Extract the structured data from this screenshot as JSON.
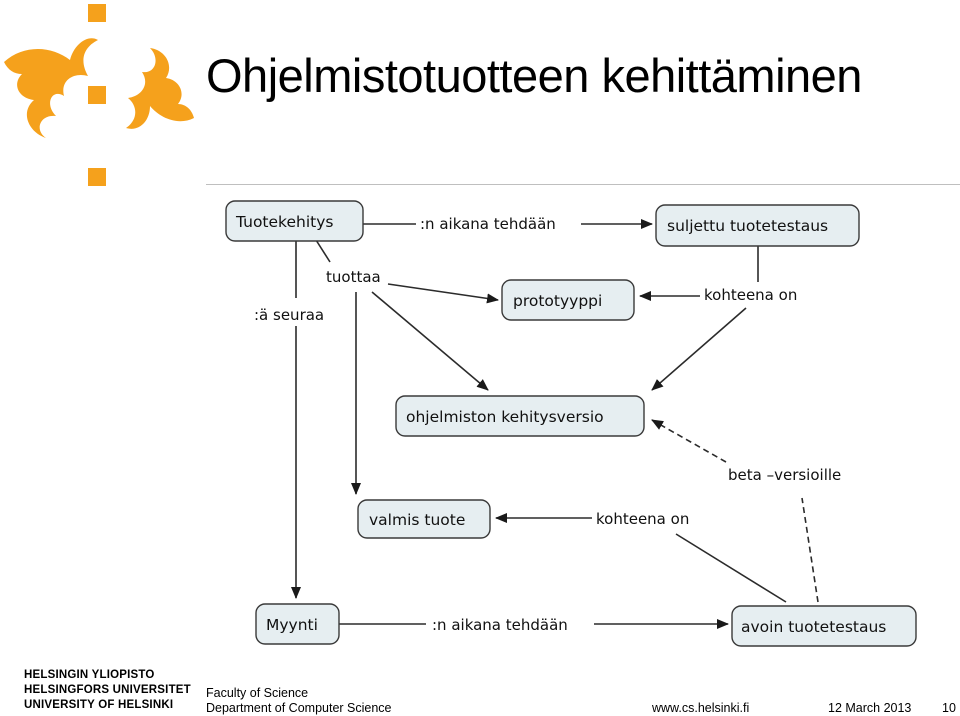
{
  "slide": {
    "title": "Ohjelmistotuotteen kehittäminen",
    "university_lines": [
      "HELSINGIN YLIOPISTO",
      "HELSINGFORS UNIVERSITET",
      "UNIVERSITY OF HELSINKI"
    ],
    "faculty": "Faculty of Science",
    "department": "Department of Computer Science",
    "url": "www.cs.helsinki.fi",
    "date": "12 March 2013",
    "page_number": "10"
  },
  "colors": {
    "logo": "#f5a11c",
    "node_fill": "#e6eef1"
  },
  "diagram": {
    "nodes": {
      "tuotekehitys": "Tuotekehitys",
      "suljettu": "suljettu tuotetestaus",
      "prototyyppi": "prototyyppi",
      "kehitysversio": "ohjelmiston kehitysversio",
      "valmis": "valmis tuote",
      "myynti": "Myynti",
      "avoin": "avoin tuotetestaus"
    },
    "edges": {
      "tk_to_suljettu": ":n aikana tehdään",
      "tuottaa": "tuottaa",
      "seuraa": ":ä seuraa",
      "suljettu_kohteena": "kohteena on",
      "beta": "beta –versioille",
      "avoin_kohteena": "kohteena on",
      "myynti_to_avoin": ":n aikana tehdään"
    }
  }
}
